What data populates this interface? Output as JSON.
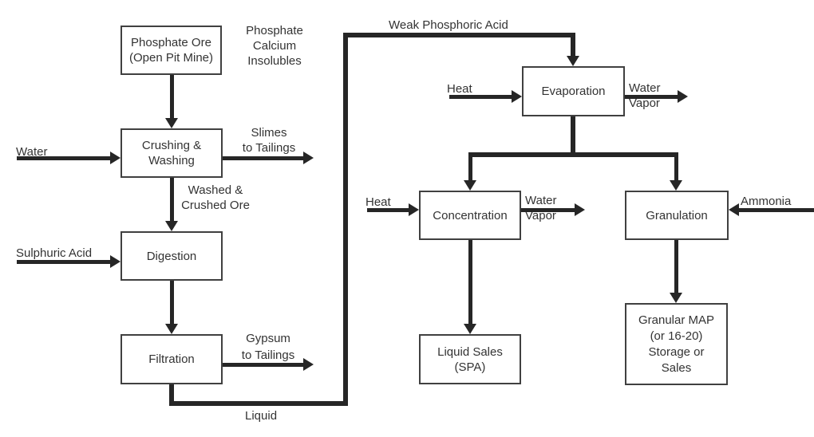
{
  "diagram": {
    "boxes": {
      "phosphate_ore": "Phosphate Ore\n(Open Pit Mine)",
      "crushing_washing": "Crushing &\nWashing",
      "digestion": "Digestion",
      "filtration": "Filtration",
      "evaporation": "Evaporation",
      "concentration": "Concentration",
      "granulation": "Granulation",
      "liquid_sales": "Liquid Sales\n(SPA)",
      "granular_map": "Granular MAP\n(or 16-20)\nStorage or\nSales"
    },
    "labels": {
      "phosphate_calcium_insolubles": "Phosphate\nCalcium\nInsolubles",
      "water_in": "Water",
      "slimes_to_tailings": "Slimes\nto Tailings",
      "washed_crushed_ore": "Washed &\nCrushed Ore",
      "sulphuric_acid": "Sulphuric Acid",
      "gypsum_to_tailings": "Gypsum\nto Tailings",
      "liquid": "Liquid",
      "weak_phosphoric_acid": "Weak Phosphoric Acid",
      "heat_evaporation": "Heat",
      "water_vapor_evaporation": "Water\nVapor",
      "heat_concentration": "Heat",
      "water_vapor_concentration": "Water\nVapor",
      "ammonia": "Ammonia"
    },
    "colors": {
      "line": "#262626",
      "box_border": "#404040",
      "text": "#333333",
      "background": "#ffffff"
    }
  }
}
